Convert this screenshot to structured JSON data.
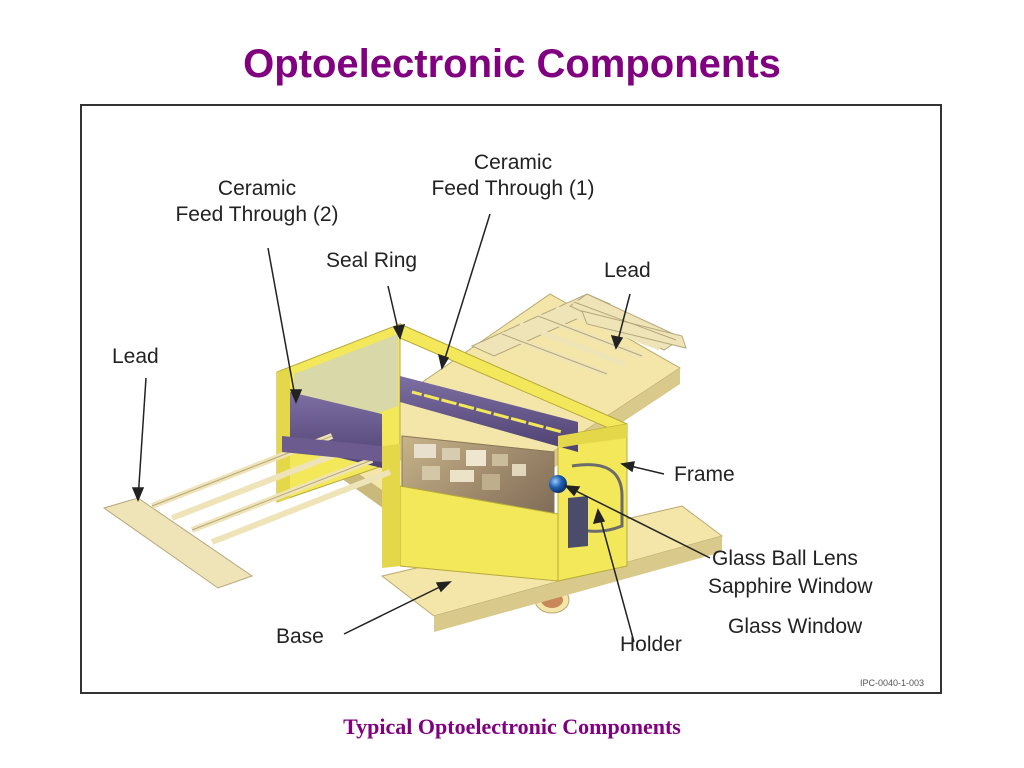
{
  "slide": {
    "title": "Optoelectronic Components",
    "caption": "Typical Optoelectronic Components"
  },
  "diagram": {
    "figure_id": "IPC-0040-1-003",
    "labels": {
      "ceramic_feed_through_2": {
        "line1": "Ceramic",
        "line2": "Feed Through (2)"
      },
      "ceramic_feed_through_1": {
        "line1": "Ceramic",
        "line2": "Feed Through (1)"
      },
      "seal_ring": "Seal Ring",
      "lead_right": "Lead",
      "lead_left": "Lead",
      "frame": "Frame",
      "glass_ball_lens": "Glass Ball Lens",
      "sapphire_window": "Sapphire Window",
      "glass_window": "Glass Window",
      "holder": "Holder",
      "base": "Base"
    }
  },
  "colors": {
    "title": "#800080",
    "package_yellow": "#f2e85a",
    "package_yellow_dark": "#d6c63a",
    "ceramic_purple": "#6b5b8e",
    "lead_cream": "#efe3b8",
    "base_cream": "#f3e6a8",
    "ball_lens_blue": "#1f5fb0",
    "copper": "#c9885a"
  }
}
